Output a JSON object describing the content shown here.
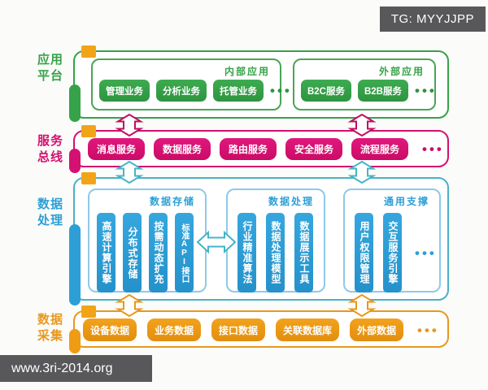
{
  "badges": {
    "tag": "TG: MYYJJPP",
    "site": "www.3ri-2014.org"
  },
  "colors": {
    "app_green": "#36a249",
    "bus_magenta": "#d41070",
    "proc_blue": "#2d9fd6",
    "proc_teal_border": "#4ab1c4",
    "collect_orange": "#e8981d",
    "corner_square_orange": "#f2a418",
    "badge_bg": "#58585a"
  },
  "layers": {
    "app": {
      "label": "应用平台",
      "internal": {
        "title": "内部应用",
        "items": [
          "管理业务",
          "分析业务",
          "托管业务"
        ],
        "more": "•••"
      },
      "external": {
        "title": "外部应用",
        "items": [
          "B2C服务",
          "B2B服务"
        ],
        "more": "•••"
      }
    },
    "bus": {
      "label": "服务总线",
      "items": [
        "消息服务",
        "数据服务",
        "路由服务",
        "安全服务",
        "流程服务"
      ],
      "more": "•••"
    },
    "proc": {
      "label": "数据处理",
      "storage": {
        "title": "数据存储",
        "items": [
          "高速计算引擎",
          "分布式存储",
          "按需动态扩充",
          "标准API接口"
        ]
      },
      "process": {
        "title": "数据处理",
        "items": [
          "行业精准算法",
          "数据处理模型",
          "数据展示工具"
        ]
      },
      "support": {
        "title": "通用支撑",
        "items": [
          "用户权限管理",
          "交互服务引擎"
        ],
        "more": "•••"
      }
    },
    "collect": {
      "label": "数据采集",
      "items": [
        "设备数据",
        "业务数据",
        "接口数据",
        "关联数据库",
        "外部数据"
      ],
      "more": "•••"
    }
  }
}
